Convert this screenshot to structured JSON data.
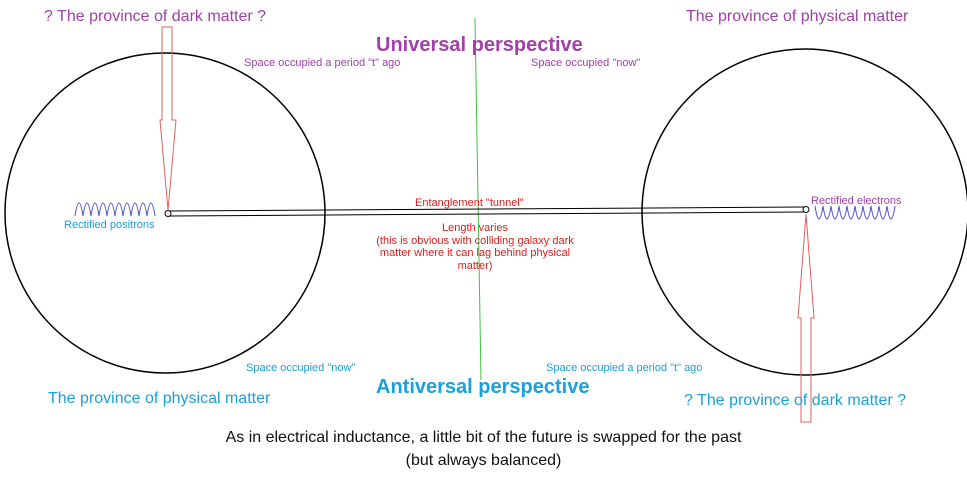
{
  "labels": {
    "top_left_province": "? The province of dark matter ?",
    "top_right_province": "The province of physical matter",
    "universal_title": "Universal perspective",
    "antiversal_title": "Antiversal perspective",
    "space_t_ago_top": "Space occupied a period \"t\" ago",
    "space_now_top": "Space occupied \"now\"",
    "space_now_bottom": "Space occupied \"now\"",
    "space_t_ago_bottom": "Space occupied a period \"t\" ago",
    "rectified_positrons": "Rectified positrons",
    "rectified_electrons": "Rectified electrons",
    "tunnel": "Entanglement \"tunnel\"",
    "length_varies": "Length varies",
    "length_note_1": "(this is obvious with colliding galaxy dark",
    "length_note_2": "matter where it can lag behind physical",
    "length_note_3": "matter)",
    "bottom_left_province": "The province of physical matter",
    "bottom_right_province": "? The province of dark matter ?",
    "caption_1": "As in electrical inductance, a little bit of the future is swapped for the past",
    "caption_2": "(but always balanced)"
  },
  "colors": {
    "purple": "#a040a8",
    "blue": "#1aa0dc",
    "red": "#e01b1b",
    "arrow": "#e06060",
    "axis": "#40c040",
    "wave_left": "#5050d0",
    "wave_right": "#5050d0"
  }
}
